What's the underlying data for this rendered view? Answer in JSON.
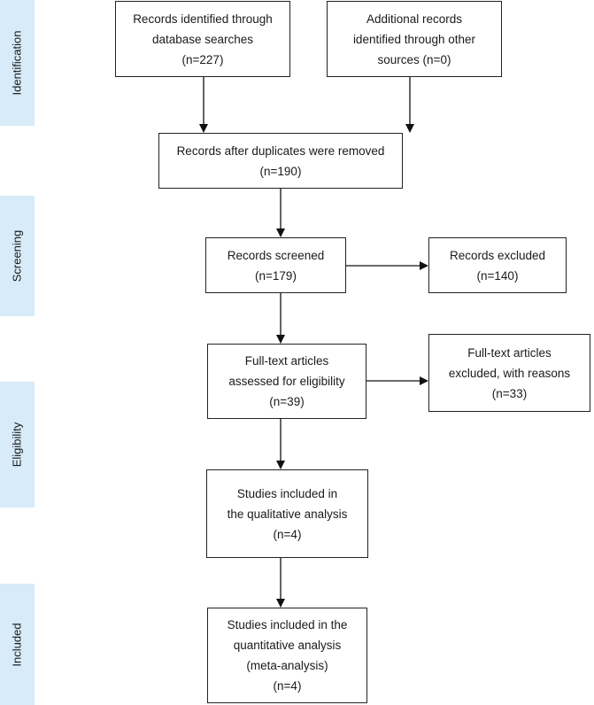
{
  "stages": {
    "identification": "Identification",
    "screening": "Screening",
    "eligibility": "Eligibility",
    "included": "Included"
  },
  "boxes": {
    "database_search": [
      "Records identified through",
      "database searches",
      "(n=227)"
    ],
    "other_sources": [
      "Additional records",
      "identified through other",
      "sources (n=0)"
    ],
    "after_duplicates": [
      "Records after duplicates were removed",
      "(n=190)"
    ],
    "screened": [
      "Records screened",
      "(n=179)"
    ],
    "excluded": [
      "Records excluded",
      "(n=140)"
    ],
    "full_text_assessed": [
      "Full-text articles",
      "assessed for eligibility",
      "(n=39)"
    ],
    "full_text_excluded": [
      "Full-text articles",
      "excluded, with reasons",
      "(n=33)"
    ],
    "qualitative": [
      "Studies included in",
      "the qualitative analysis",
      "(n=4)"
    ],
    "quantitative": [
      "Studies included in the",
      "quantitative analysis",
      "(meta-analysis)",
      "(n=4)"
    ]
  }
}
